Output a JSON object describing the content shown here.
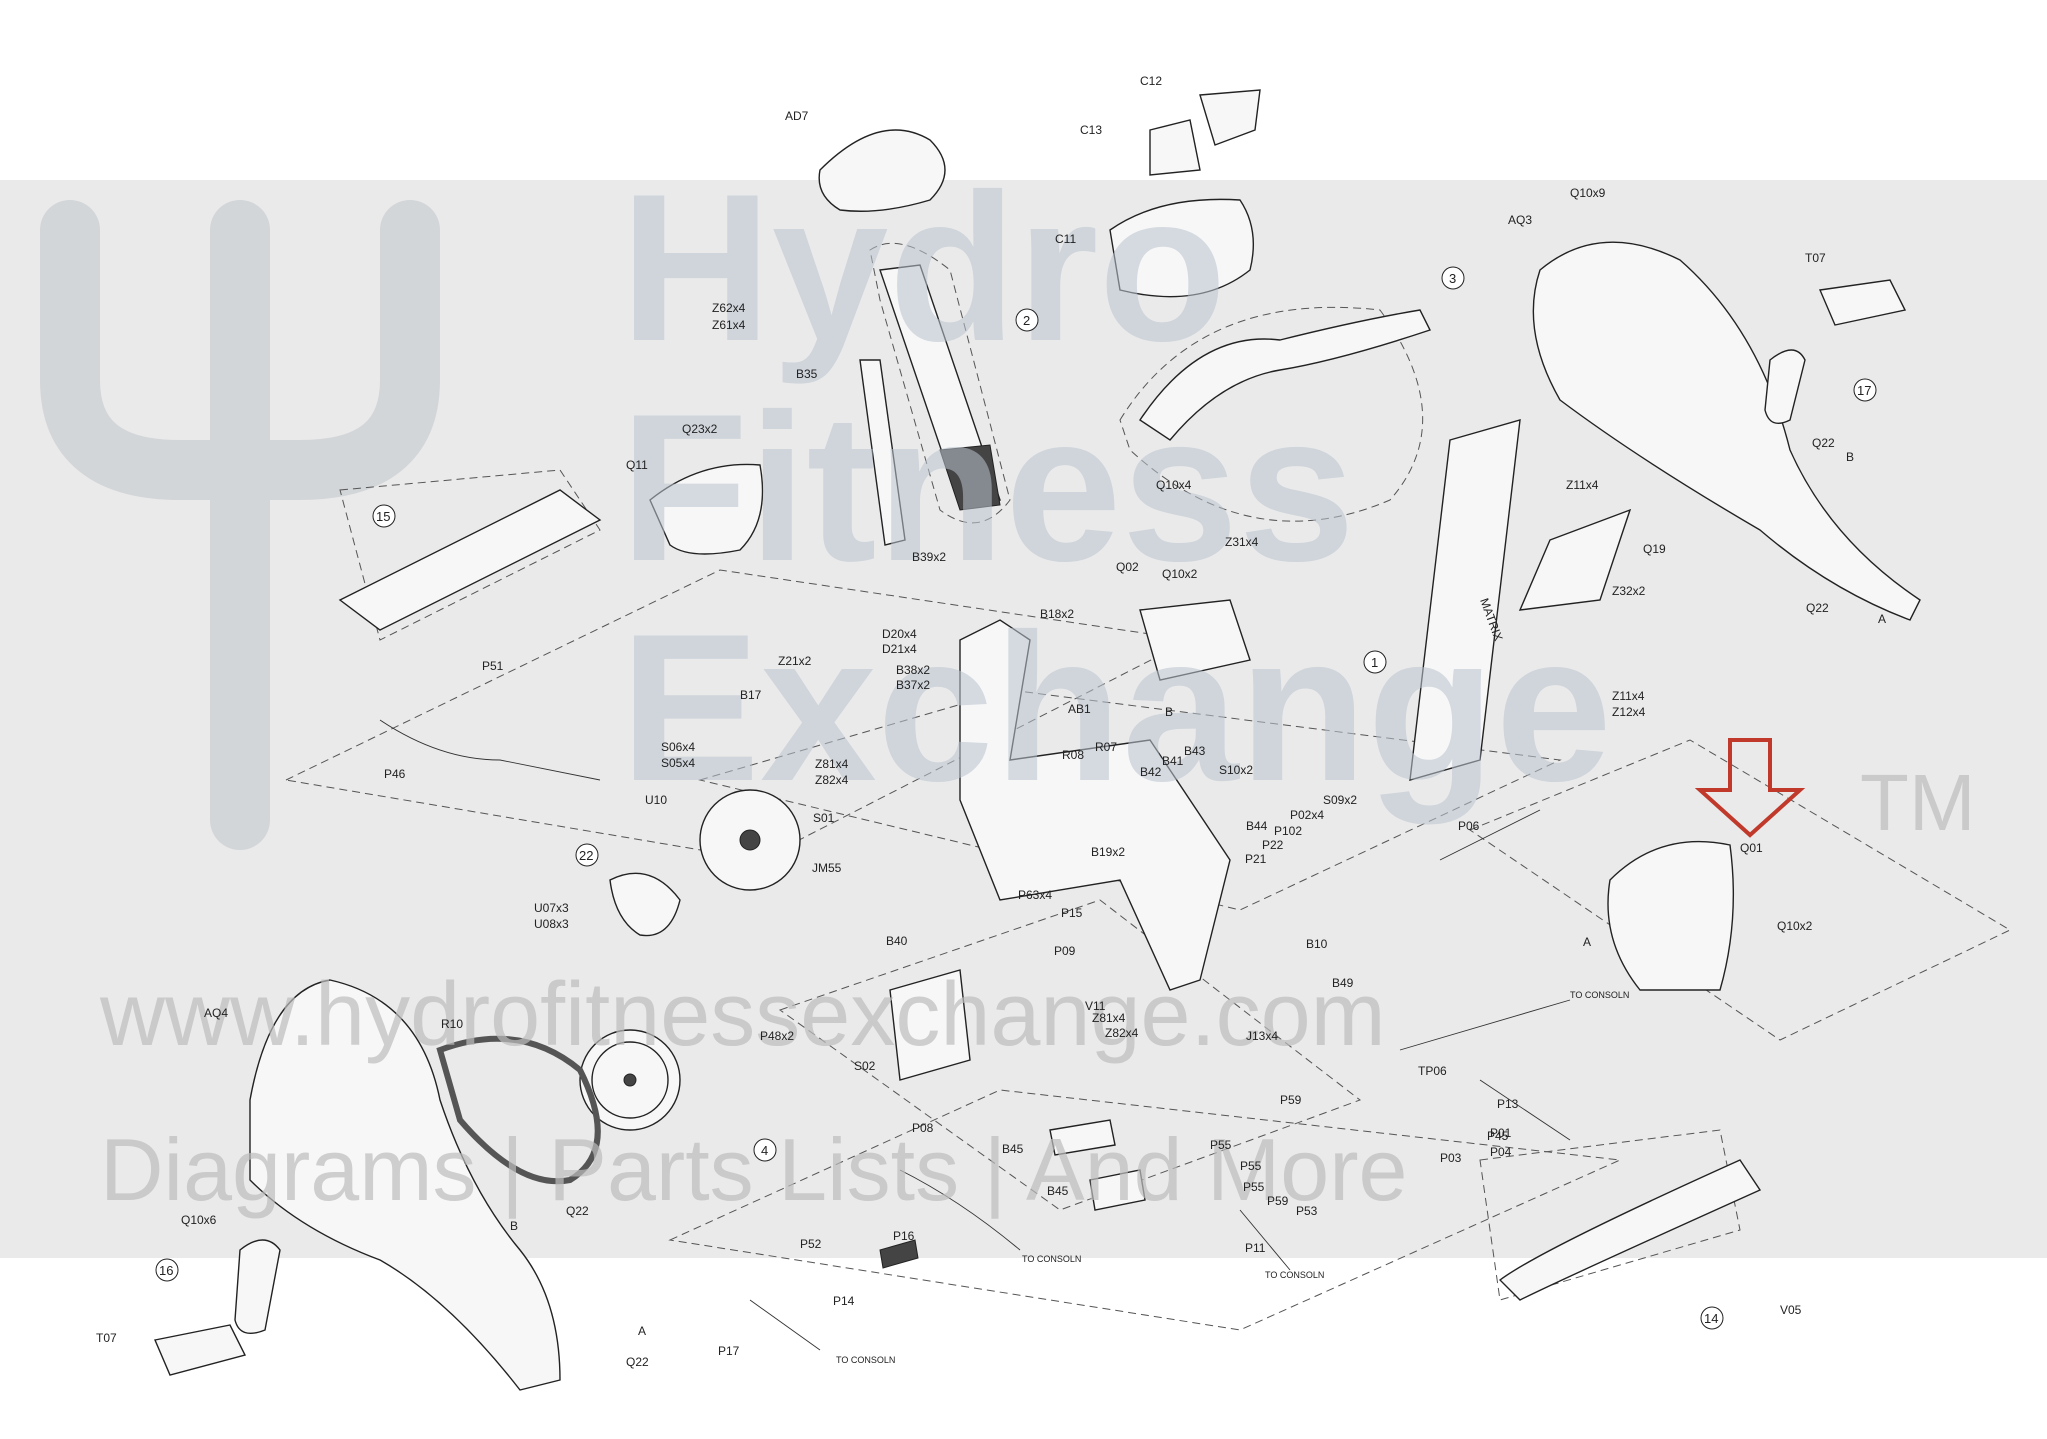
{
  "diagram": {
    "brand_on_frame": "MATRIX",
    "watermark": {
      "line1": "Hydro",
      "line2": "Fitness",
      "line3": "Exchange",
      "tm": "TM",
      "url": "www.hydrofitnessexchange.com",
      "tagline": "Diagrams | Parts Lists | And More"
    },
    "callouts": [
      {
        "id": "c1",
        "label": "1"
      },
      {
        "id": "c2",
        "label": "2"
      },
      {
        "id": "c3",
        "label": "3"
      },
      {
        "id": "c4",
        "label": "4"
      },
      {
        "id": "c14",
        "label": "14"
      },
      {
        "id": "c15",
        "label": "15"
      },
      {
        "id": "c16",
        "label": "16"
      },
      {
        "id": "c17",
        "label": "17"
      },
      {
        "id": "c22",
        "label": "22"
      }
    ],
    "notes": [
      {
        "id": "n1",
        "label": "TO CONSOLN"
      },
      {
        "id": "n2",
        "label": "TO CONSOLN"
      },
      {
        "id": "n3",
        "label": "TO CONSOLN"
      },
      {
        "id": "n4",
        "label": "TO CONSOLN"
      }
    ],
    "labels": [
      {
        "id": "l_c12",
        "label": "C12"
      },
      {
        "id": "l_c13",
        "label": "C13"
      },
      {
        "id": "l_ad7",
        "label": "AD7"
      },
      {
        "id": "l_c11",
        "label": "C11"
      },
      {
        "id": "l_q10x9",
        "label": "Q10x9"
      },
      {
        "id": "l_aq3",
        "label": "AQ3"
      },
      {
        "id": "l_t07a",
        "label": "T07"
      },
      {
        "id": "l_z62",
        "label": "Z62x4"
      },
      {
        "id": "l_z61",
        "label": "Z61x4"
      },
      {
        "id": "l_b35",
        "label": "B35"
      },
      {
        "id": "l_q23",
        "label": "Q23x2"
      },
      {
        "id": "l_q11",
        "label": "Q11"
      },
      {
        "id": "l_q10x4",
        "label": "Q10x4"
      },
      {
        "id": "l_z11a",
        "label": "Z11x4"
      },
      {
        "id": "l_q22a",
        "label": "Q22"
      },
      {
        "id": "l_b_a",
        "label": "B"
      },
      {
        "id": "l_z31",
        "label": "Z31x4"
      },
      {
        "id": "l_q19",
        "label": "Q19"
      },
      {
        "id": "l_z32",
        "label": "Z32x2"
      },
      {
        "id": "l_q22b",
        "label": "Q22"
      },
      {
        "id": "l_a_a",
        "label": "A"
      },
      {
        "id": "l_b39",
        "label": "B39x2"
      },
      {
        "id": "l_q02",
        "label": "Q02"
      },
      {
        "id": "l_q10x2a",
        "label": "Q10x2"
      },
      {
        "id": "l_b_b",
        "label": "B"
      },
      {
        "id": "l_b18",
        "label": "B18x2"
      },
      {
        "id": "l_d20",
        "label": "D20x4"
      },
      {
        "id": "l_d21",
        "label": "D21x4"
      },
      {
        "id": "l_b38",
        "label": "B38x2"
      },
      {
        "id": "l_b37",
        "label": "B37x2"
      },
      {
        "id": "l_z21",
        "label": "Z21x2"
      },
      {
        "id": "l_b17",
        "label": "B17"
      },
      {
        "id": "l_p51",
        "label": "P51"
      },
      {
        "id": "l_ab1",
        "label": "AB1"
      },
      {
        "id": "l_z11b",
        "label": "Z11x4"
      },
      {
        "id": "l_z12",
        "label": "Z12x4"
      },
      {
        "id": "l_s06",
        "label": "S06x4"
      },
      {
        "id": "l_s05",
        "label": "S05x4"
      },
      {
        "id": "l_z81a",
        "label": "Z81x4"
      },
      {
        "id": "l_z82a",
        "label": "Z82x4"
      },
      {
        "id": "l_r08",
        "label": "R08"
      },
      {
        "id": "l_r07",
        "label": "R07"
      },
      {
        "id": "l_b41",
        "label": "B41"
      },
      {
        "id": "l_b43",
        "label": "B43"
      },
      {
        "id": "l_b42",
        "label": "B42"
      },
      {
        "id": "l_s10",
        "label": "S10x2"
      },
      {
        "id": "l_p46",
        "label": "P46"
      },
      {
        "id": "l_u10",
        "label": "U10"
      },
      {
        "id": "l_s01",
        "label": "S01"
      },
      {
        "id": "l_jm55",
        "label": "JM55"
      },
      {
        "id": "l_s09",
        "label": "S09x2"
      },
      {
        "id": "l_p02",
        "label": "P02x4"
      },
      {
        "id": "l_b44",
        "label": "B44"
      },
      {
        "id": "l_p102",
        "label": "P102"
      },
      {
        "id": "l_p22",
        "label": "P22"
      },
      {
        "id": "l_p21",
        "label": "P21"
      },
      {
        "id": "l_p06",
        "label": "P06"
      },
      {
        "id": "l_q01",
        "label": "Q01"
      },
      {
        "id": "l_b19",
        "label": "B19x2"
      },
      {
        "id": "l_p63",
        "label": "P63x4"
      },
      {
        "id": "l_p15",
        "label": "P15"
      },
      {
        "id": "l_u07",
        "label": "U07x3"
      },
      {
        "id": "l_u08",
        "label": "U08x3"
      },
      {
        "id": "l_b40",
        "label": "B40"
      },
      {
        "id": "l_p09",
        "label": "P09"
      },
      {
        "id": "l_b10",
        "label": "B10"
      },
      {
        "id": "l_a_b",
        "label": "A"
      },
      {
        "id": "l_q10x2b",
        "label": "Q10x2"
      },
      {
        "id": "l_aq4",
        "label": "AQ4"
      },
      {
        "id": "l_r10",
        "label": "R10"
      },
      {
        "id": "l_b49",
        "label": "B49"
      },
      {
        "id": "l_v11",
        "label": "V11"
      },
      {
        "id": "l_z81b",
        "label": "Z81x4"
      },
      {
        "id": "l_z82b",
        "label": "Z82x4"
      },
      {
        "id": "l_j13",
        "label": "J13x4"
      },
      {
        "id": "l_p48",
        "label": "P48x2"
      },
      {
        "id": "l_tp06",
        "label": "TP06"
      },
      {
        "id": "l_s02",
        "label": "S02"
      },
      {
        "id": "l_p59a",
        "label": "P59"
      },
      {
        "id": "l_p13",
        "label": "P13"
      },
      {
        "id": "l_p08",
        "label": "P08"
      },
      {
        "id": "l_p45",
        "label": "P45"
      },
      {
        "id": "l_p01",
        "label": "P01"
      },
      {
        "id": "l_p04",
        "label": "P04"
      },
      {
        "id": "l_p55a",
        "label": "P55"
      },
      {
        "id": "l_b45a",
        "label": "B45"
      },
      {
        "id": "l_p55b",
        "label": "P55"
      },
      {
        "id": "l_p03",
        "label": "P03"
      },
      {
        "id": "l_b45b",
        "label": "B45"
      },
      {
        "id": "l_p55c",
        "label": "P55"
      },
      {
        "id": "l_p59b",
        "label": "P59"
      },
      {
        "id": "l_p53",
        "label": "P53"
      },
      {
        "id": "l_q10x6",
        "label": "Q10x6"
      },
      {
        "id": "l_b_c",
        "label": "B"
      },
      {
        "id": "l_q22c",
        "label": "Q22"
      },
      {
        "id": "l_p52",
        "label": "P52"
      },
      {
        "id": "l_p16",
        "label": "P16"
      },
      {
        "id": "l_p11",
        "label": "P11"
      },
      {
        "id": "l_p14",
        "label": "P14"
      },
      {
        "id": "l_t07b",
        "label": "T07"
      },
      {
        "id": "l_a_c",
        "label": "A"
      },
      {
        "id": "l_q22d",
        "label": "Q22"
      },
      {
        "id": "l_p17",
        "label": "P17"
      },
      {
        "id": "l_v05",
        "label": "V05"
      }
    ],
    "highlight_color": "#c0392b"
  }
}
